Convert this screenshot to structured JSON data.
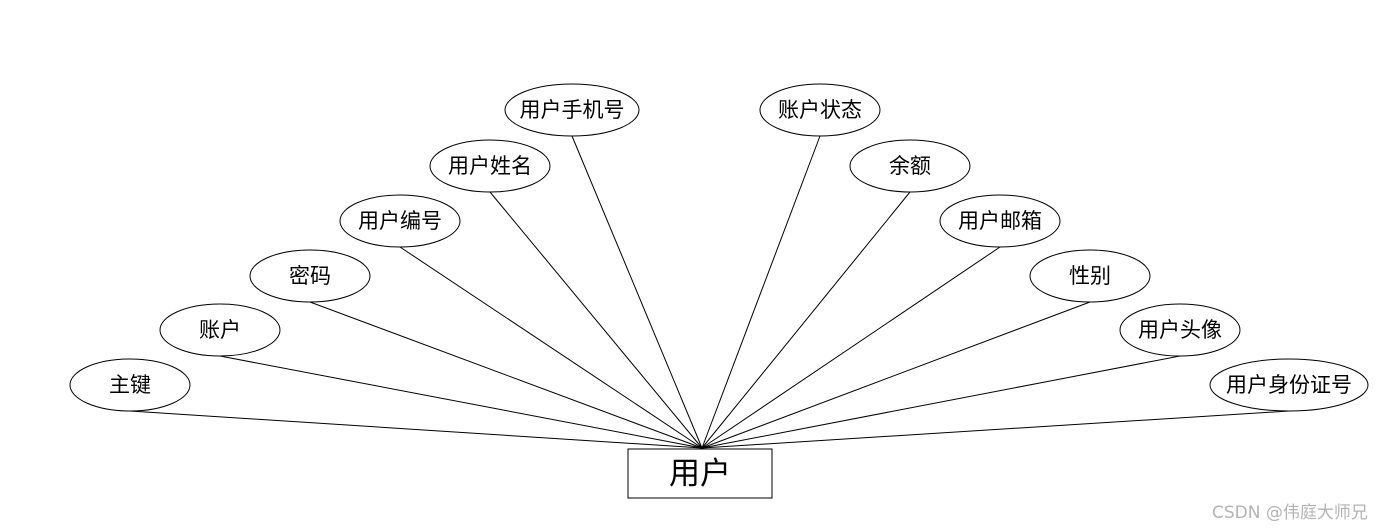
{
  "entity": {
    "name": "用户"
  },
  "attributes": [
    {
      "id": "primary-key",
      "label": "主键"
    },
    {
      "id": "account",
      "label": "账户"
    },
    {
      "id": "password",
      "label": "密码"
    },
    {
      "id": "user-number",
      "label": "用户编号"
    },
    {
      "id": "user-name",
      "label": "用户姓名"
    },
    {
      "id": "user-phone",
      "label": "用户手机号"
    },
    {
      "id": "account-status",
      "label": "账户状态"
    },
    {
      "id": "balance",
      "label": "余额"
    },
    {
      "id": "user-email",
      "label": "用户邮箱"
    },
    {
      "id": "gender",
      "label": "性别"
    },
    {
      "id": "user-avatar",
      "label": "用户头像"
    },
    {
      "id": "user-id-number",
      "label": "用户身份证号"
    }
  ],
  "watermark": "CSDN @伟庭大师兄"
}
